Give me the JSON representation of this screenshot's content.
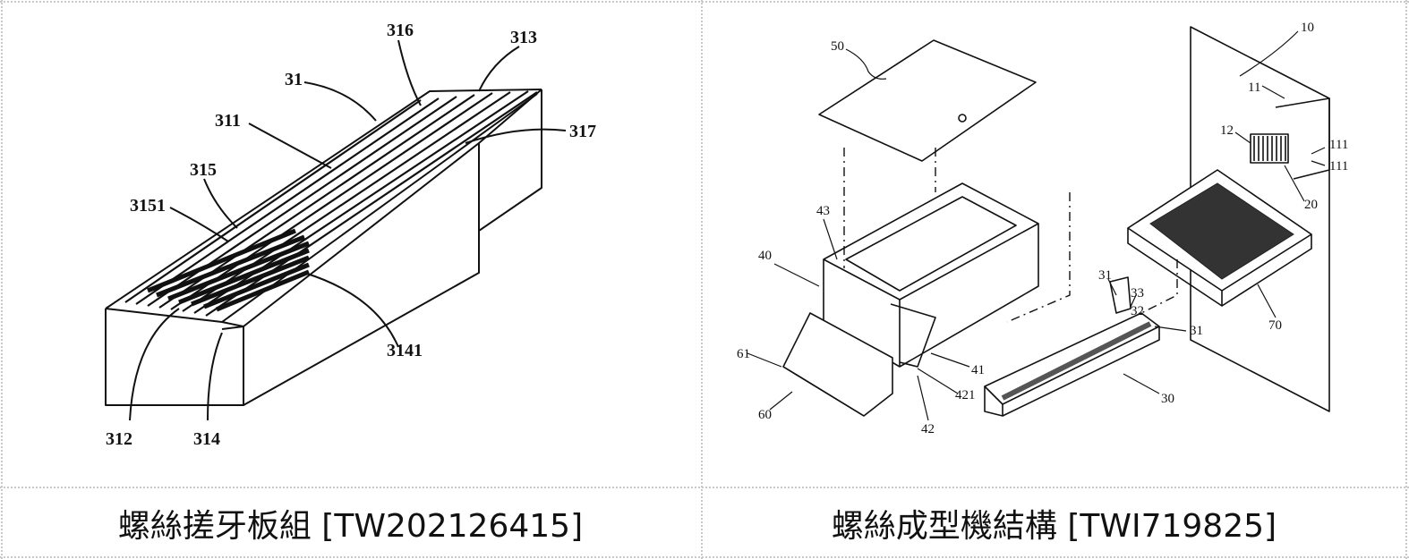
{
  "panels": [
    {
      "caption": "螺絲搓牙板組 [TW202126415]",
      "labels": {
        "l316": "316",
        "l313": "313",
        "l31": "31",
        "l311": "311",
        "l317": "317",
        "l315": "315",
        "l3151": "3151",
        "l3141": "3141",
        "l312": "312",
        "l314": "314"
      }
    },
    {
      "caption": "螺絲成型機結構 [TWI719825]",
      "labels": {
        "l50": "50",
        "l10": "10",
        "l11": "11",
        "l12": "12",
        "l111a": "111",
        "l111b": "111",
        "l20": "20",
        "l43": "43",
        "l40": "40",
        "l31a": "31",
        "l33": "33",
        "l32": "32",
        "l31b": "31",
        "l70": "70",
        "l61": "61",
        "l41": "41",
        "l421": "421",
        "l30": "30",
        "l60": "60",
        "l42": "42"
      }
    }
  ]
}
